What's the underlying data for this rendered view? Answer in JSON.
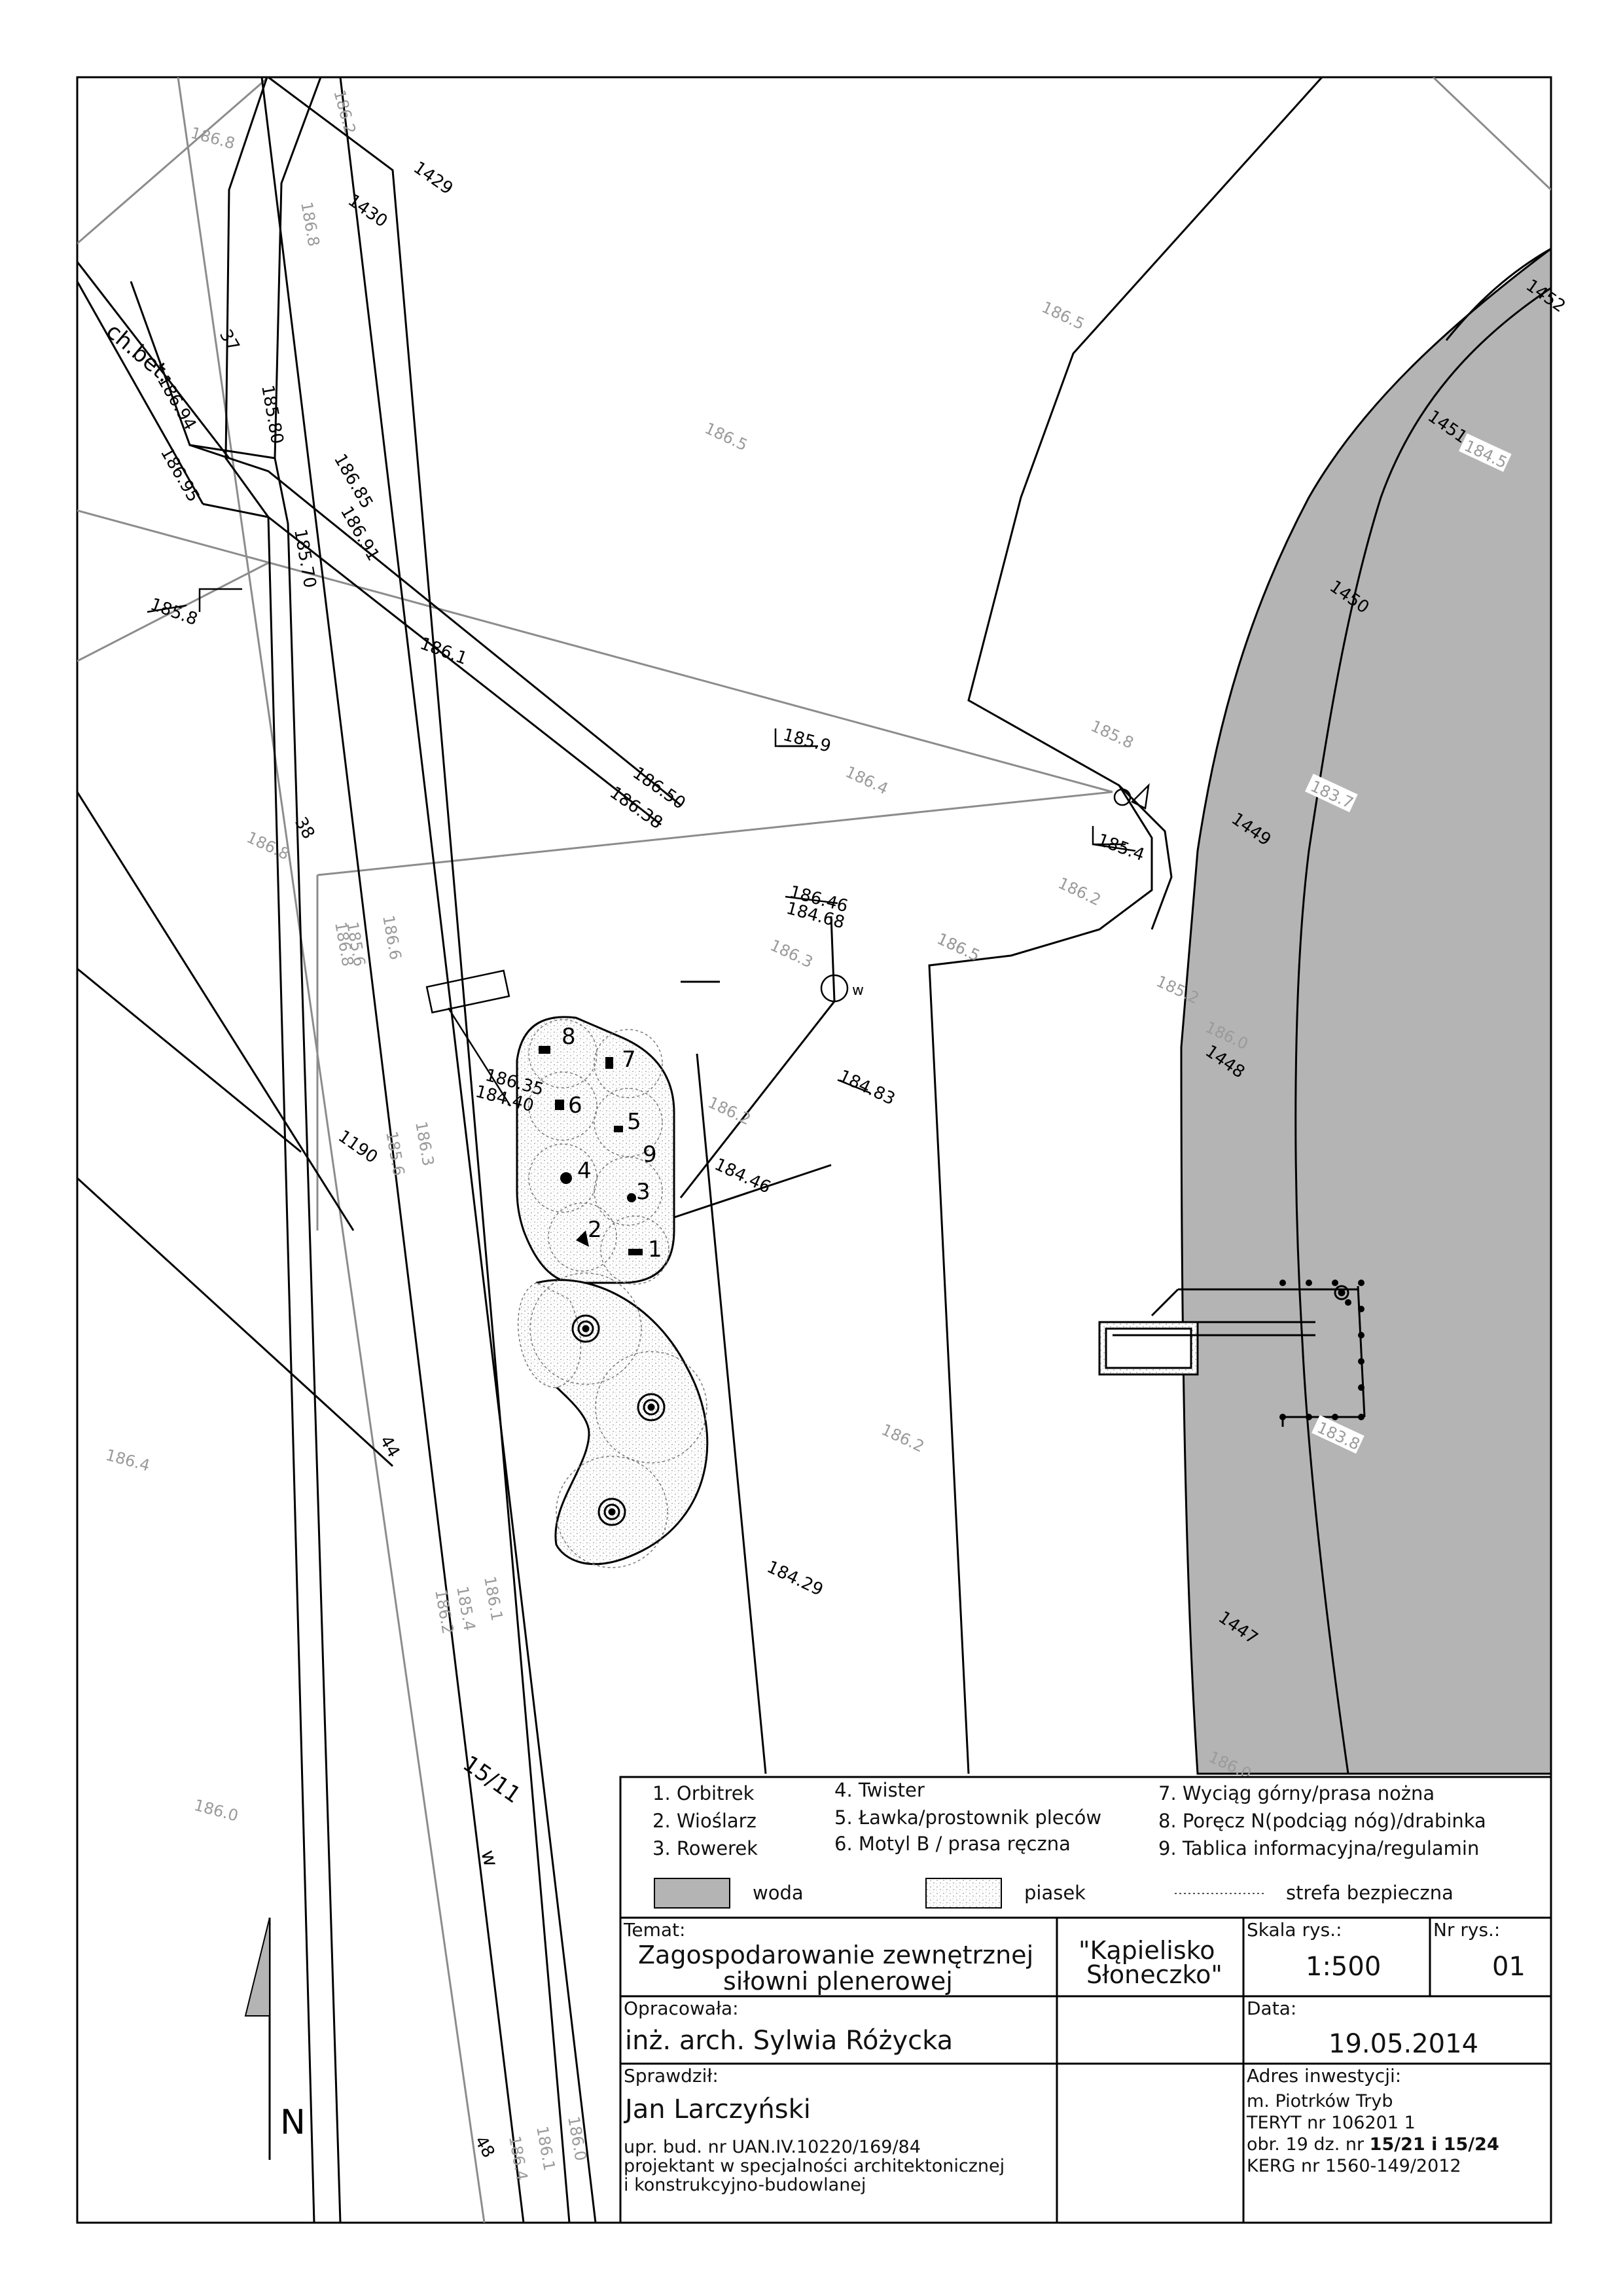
{
  "labels": {
    "parcels": [
      "1429",
      "1430",
      "1452",
      "1451",
      "1450",
      "1449",
      "1448",
      "1447",
      "37",
      "38",
      "44",
      "48",
      "1190"
    ],
    "parcel_1511": "15/11",
    "ch_bet": "ch.bet.",
    "heights_black": [
      "185.80",
      "186.94",
      "186.95",
      "186.85",
      "186.91",
      "185.70",
      "185.8",
      "186.1",
      "185.9",
      "186.50",
      "186.38",
      "185.4",
      "186.46",
      "184.68",
      "186.35",
      "184.40",
      "184.83",
      "184.46",
      "184.29"
    ],
    "heights_grey": [
      "186.8",
      "186.2",
      "186.8",
      "186.5",
      "186.5",
      "186.5",
      "185.8",
      "186.4",
      "186.2",
      "186.5",
      "186.3",
      "185.2",
      "186.8",
      "186.6",
      "185.6",
      "186.8",
      "186.3",
      "185.6",
      "186.2",
      "186.2",
      "186.4",
      "186.0",
      "186.0",
      "186.1",
      "185.4",
      "186.2",
      "186.0",
      "186.1",
      "186.4",
      "186.0"
    ],
    "heights_white_boxed": [
      "184.5",
      "183.7",
      "183.8"
    ],
    "utility_w": "w",
    "north_letter": "N",
    "equipment_numbers": [
      "1",
      "2",
      "3",
      "4",
      "5",
      "6",
      "7",
      "8",
      "9"
    ]
  },
  "legend": {
    "items": [
      "1. Orbitrek",
      "2. Wioślarz",
      "3. Rowerek",
      "4. Twister",
      "5. Ławka/prostownik pleców",
      "6. Motyl B / prasa ręczna",
      "7. Wyciąg górny/prasa nożna",
      "8. Poręcz N(podciąg nóg)/drabinka",
      "9. Tablica informacyjna/regulamin"
    ],
    "woda": "woda",
    "piasek": "piasek",
    "strefa": "strefa bezpieczna"
  },
  "title_block": {
    "temat_label": "Temat:",
    "temat_line1": "Zagospodarowanie zewnętrznej",
    "temat_line2": "siłowni plenerowej",
    "name_line1": "\"Kąpielisko",
    "name_line2": "Słoneczko\"",
    "skala_label": "Skala rys.:",
    "skala_value": "1:500",
    "nr_label": "Nr rys.:",
    "nr_value": "01",
    "opracowala_label": "Opracowała:",
    "opracowala_value": "inż. arch. Sylwia Różycka",
    "data_label": "Data:",
    "data_value": "19.05.2014",
    "sprawdzil_label": "Sprawdził:",
    "sprawdzil_value": "Jan Larczyński",
    "upr_line1": "upr. bud. nr UAN.IV.10220/169/84",
    "upr_line2": "projektant w specjalności architektonicznej",
    "upr_line3": "i konstrukcyjno-budowlanej",
    "adres_label": "Adres inwestycji:",
    "adres_line1": "m. Piotrków Tryb",
    "adres_line2": "TERYT nr 106201 1",
    "adres_line3_prefix": "obr. 19 dz. nr ",
    "adres_line3_value": "15/21 i 15/24",
    "adres_line4": "KERG nr 1560-149/2012"
  },
  "colors": {
    "water": "#b4b4b4",
    "line": "#000000",
    "grey_line": "#8c8c8c",
    "grey_text": "#9a9a9a"
  }
}
